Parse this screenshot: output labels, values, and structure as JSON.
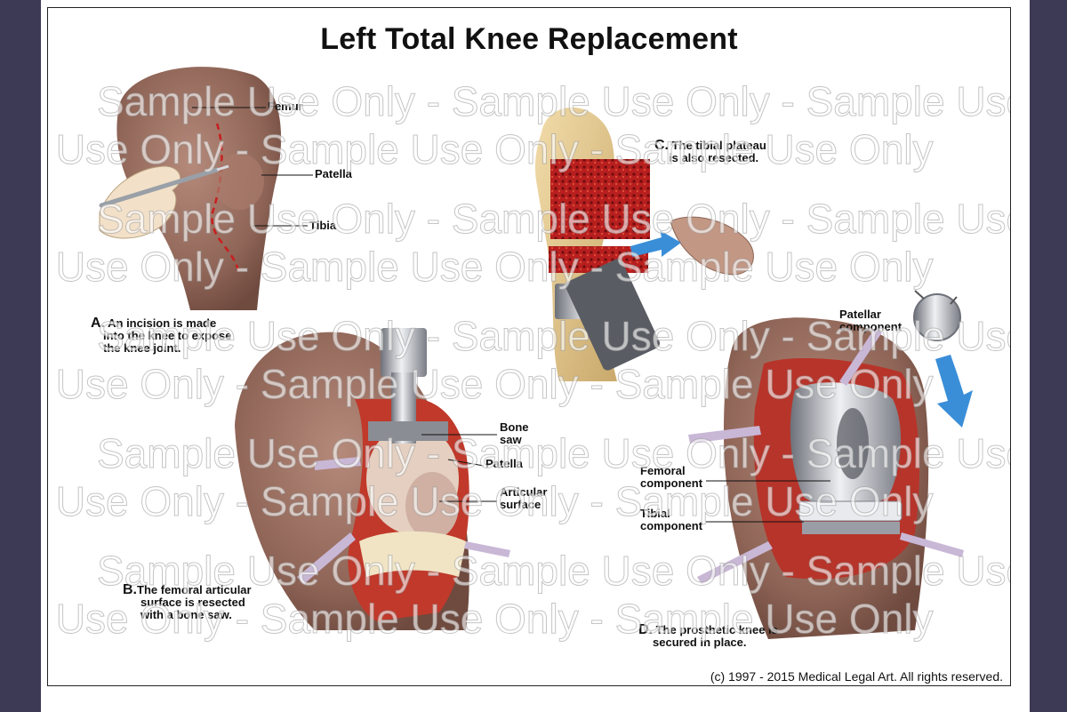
{
  "title": "Left Total Knee Replacement",
  "labels": {
    "femur": "Femur",
    "patella_a": "Patella",
    "tibia": "Tibia",
    "bone_saw_1": "Bone",
    "bone_saw_2": "saw",
    "patella_b": "Patella",
    "articular_1": "Articular",
    "articular_2": "surface",
    "patellar_comp_1": "Patellar",
    "patellar_comp_2": "component",
    "femoral_comp_1": "Femoral",
    "femoral_comp_2": "component",
    "tibial_comp_1": "Tibial",
    "tibial_comp_2": "component"
  },
  "captions": {
    "a": {
      "letter": "A.",
      "line1": " An incision is made",
      "line2": "into the knee to expose",
      "line3": "the knee joint."
    },
    "b": {
      "letter": "B.",
      "line1": "The femoral articular",
      "line2": "surface is resected",
      "line3": "with a bone saw."
    },
    "c": {
      "letter": "C.",
      "line1": " The tibial plateau",
      "line2": "is also resected."
    },
    "d": {
      "letter": "D.",
      "line1": " The prosthetic knee is",
      "line2": "secured in place."
    }
  },
  "watermark_text": "Sample Use Only - Sample Use Only - Sample Use Only",
  "copyright": "(c) 1997 - 2015 Medical Legal Art. All rights reserved.",
  "colors": {
    "skin": "#9c7062",
    "muscle": "#b7342a",
    "bone": "#e2c792",
    "marrow": "#b22222",
    "metal": "#b9bcc2",
    "arrow": "#3a8ed8",
    "instrument": "#c9b7d6"
  }
}
